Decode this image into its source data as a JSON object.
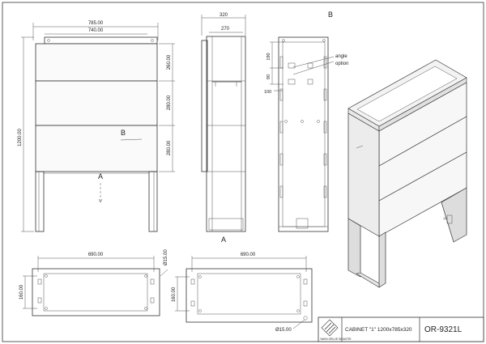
{
  "front_view": {
    "width_outer": "785.00",
    "width_inner": "740.00",
    "height_total": "1200.00",
    "panel_heights": [
      "260.00",
      "280.00",
      "280.00"
    ],
    "section_marker": "B",
    "view_marker": "A"
  },
  "side_view": {
    "depth_outer": "320",
    "depth_inner": "270"
  },
  "rear_view": {
    "section_title": "B",
    "dims": [
      "190",
      "90",
      "100"
    ],
    "note_lines": [
      "angle",
      "option"
    ]
  },
  "bottom_views": {
    "view_marker": "A",
    "left": {
      "width": "690.00",
      "depth": "160.00",
      "hole": "Ø15.00"
    },
    "right": {
      "width": "690.00",
      "depth": "160.00",
      "hole": "Ø15.00"
    }
  },
  "title_block": {
    "company": "YAKIN ORLİJE İNDASTRİ",
    "title": "CABINET \"1\" 1200x785x320",
    "part_number": "OR-9321L"
  }
}
